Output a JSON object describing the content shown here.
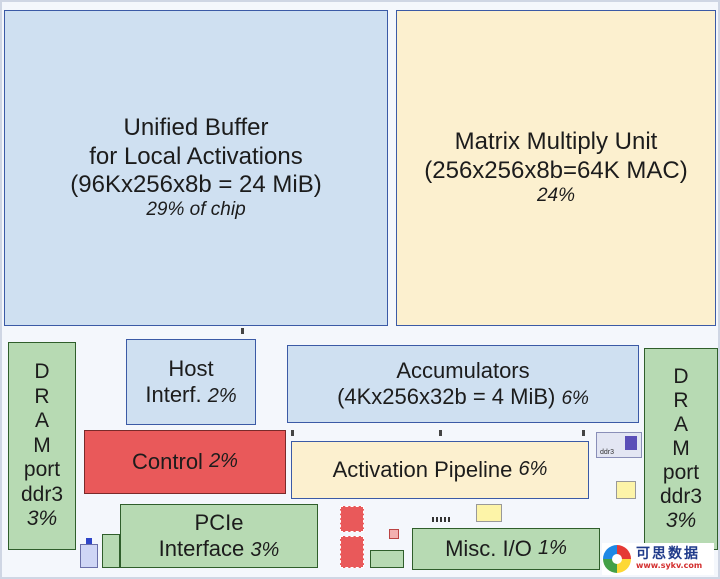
{
  "blocks": {
    "unified_buffer": {
      "line1": "Unified Buffer",
      "line2": "for Local Activations",
      "line3": "(96Kx256x8b = 24 MiB)",
      "pct": "29% of chip"
    },
    "matrix_unit": {
      "line1": "Matrix Multiply Unit",
      "line2": "(256x256x8b=64K MAC)",
      "pct": "24%"
    },
    "host_interface": {
      "line1": "Host",
      "line2": "Interf.",
      "pct": "2%"
    },
    "accumulators": {
      "line1": "Accumulators",
      "line2": "(4Kx256x32b = 4 MiB)",
      "pct": "6%"
    },
    "control": {
      "label": "Control",
      "pct": "2%"
    },
    "activation_pipeline": {
      "label": "Activation Pipeline",
      "pct": "6%"
    },
    "pcie": {
      "line1": "PCIe",
      "line2": "Interface",
      "pct": "3%"
    },
    "misc_io": {
      "label": "Misc. I/O",
      "pct": "1%"
    },
    "dram_left": {
      "letters": [
        "D",
        "R",
        "A",
        "M"
      ],
      "line1": "port",
      "line2": "ddr3",
      "pct": "3%"
    },
    "dram_right": {
      "letters": [
        "D",
        "R",
        "A",
        "M"
      ],
      "line1": "port",
      "line2": "ddr3",
      "pct": "3%"
    }
  },
  "small_labels": {
    "ddr3": "ddr3"
  },
  "watermark": {
    "cn": "可思数据",
    "url": "www.sykv.com"
  },
  "colors": {
    "blue_block": "#cfe0f1",
    "tan_block": "#fcf0cf",
    "green_block": "#b7dab3",
    "red_block": "#e9595a",
    "outline": "#3b5aa6"
  }
}
